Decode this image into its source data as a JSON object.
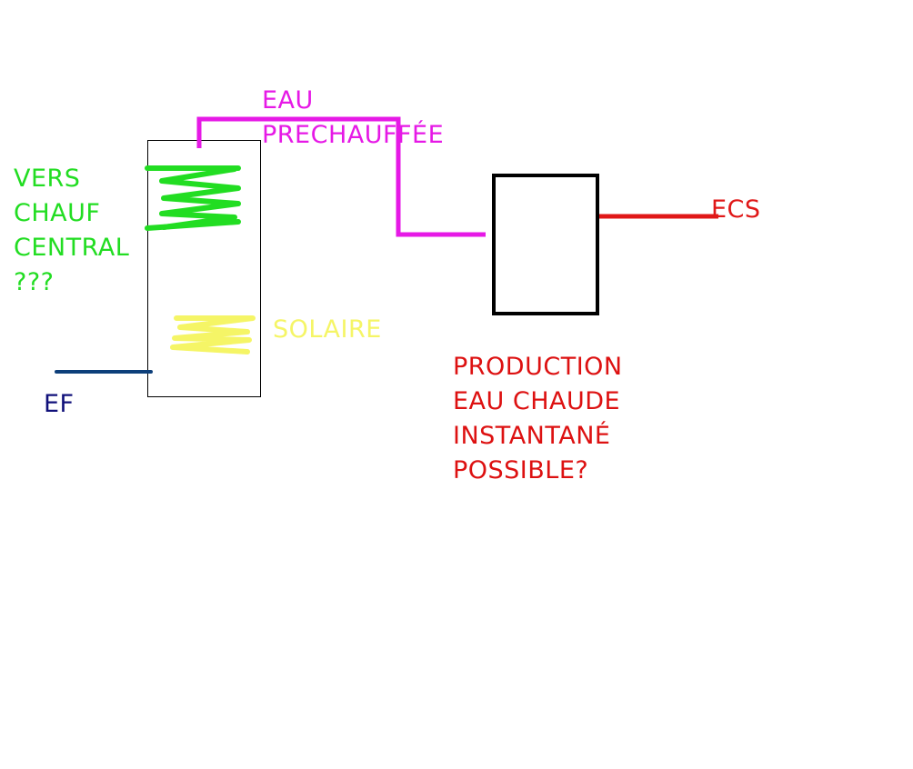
{
  "labels": {
    "preheated_water": [
      "EAU",
      "PRECHAUFFÉE"
    ],
    "central_heating": [
      "VERS",
      "CHAUF",
      "CENTRAL",
      "???"
    ],
    "solar": "SOLAIRE",
    "cold_water": "EF",
    "dhw": "ECS",
    "instant_production": [
      "PRODUCTION",
      "EAU CHAUDE",
      "INSTANTANÉ",
      "POSSIBLE?"
    ]
  },
  "colors": {
    "preheated_water": "#e619e6",
    "central_heating": "#22dd22",
    "solar": "#f5f566",
    "cold_water": "#0d3f7a",
    "cold_water_label": "#10107a",
    "dhw": "#e01818",
    "instant_production": "#dd1111",
    "tank_outline": "#000000",
    "heater_outline": "#000000"
  }
}
